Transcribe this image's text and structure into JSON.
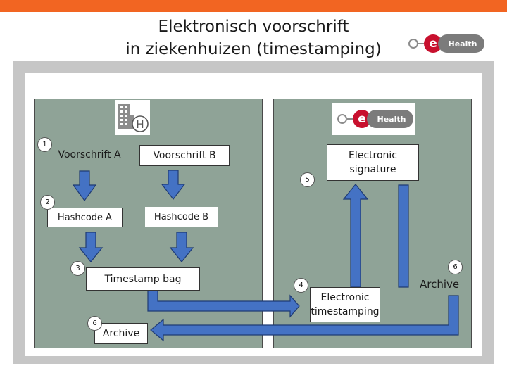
{
  "title": {
    "line1": "Elektronisch voorschrift",
    "line2": "in ziekenhuizen (timestamping)"
  },
  "logo": {
    "e": "e",
    "health": "Health"
  },
  "icons": {
    "hospital": "hospital-building-icon",
    "hospital_letter": "H"
  },
  "left_panel": {
    "voorschrift_a": "Voorschrift  A",
    "voorschrift_b": "Voorschrift B",
    "hashcode_a": "Hashcode A",
    "hashcode_b": "Hashcode B",
    "timestamp_bag": "Timestamp bag",
    "archive": "Archive"
  },
  "right_panel": {
    "signature_line1": "Electronic",
    "signature_line2": "signature",
    "timestamping_line1": "Electronic",
    "timestamping_line2": "timestamping",
    "archive": "Archive"
  },
  "steps": {
    "s1": "1",
    "s2": "2",
    "s3": "3",
    "s4": "4",
    "s5": "5",
    "s6_left": "6",
    "s6_right": "6"
  },
  "colors": {
    "top_bar": "#f26522",
    "panel": "#8fa397",
    "arrow_fill": "#4472c4",
    "arrow_stroke": "#1f3b73",
    "ehealth_red": "#c8102e",
    "ehealth_grey": "#7b7b7b"
  }
}
